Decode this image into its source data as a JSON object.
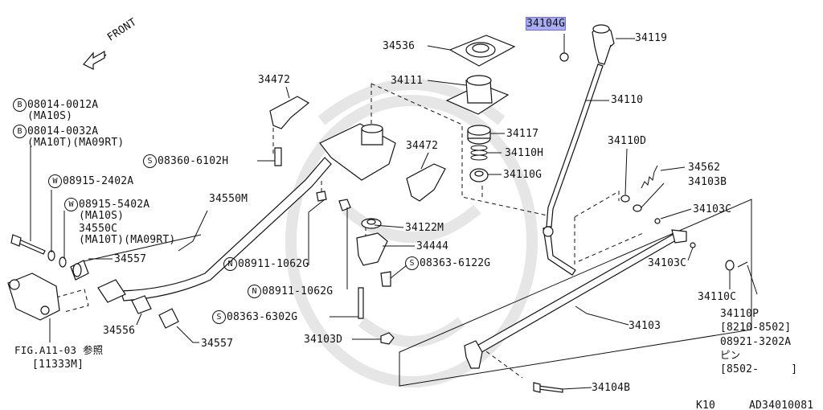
{
  "front_label": "FRONT",
  "watermark_color": "#e6e6e6",
  "highlight_color": "#a9acf2",
  "parts": {
    "p34104G": "34104G",
    "p34119": "34119",
    "p34536": "34536",
    "p34111": "34111",
    "p34110": "34110",
    "p34117": "34117",
    "p34110H": "34110H",
    "p34110G": "34110G",
    "p34110D": "34110D",
    "p34562": "34562",
    "p34103B": "34103B",
    "p34103C_a": "34103C",
    "p34103C_b": "34103C",
    "p34110C": "34110C",
    "p34110P": "34110P",
    "p34110P_range": "[8210-8502]",
    "p08921": "08921-3202A",
    "p08921_note": "ピン",
    "p08921_range": "[8502-     ]",
    "p34103": "34103",
    "p34104B": "34104B",
    "p34103D": "34103D",
    "p34472_a": "34472",
    "p34472_b": "34472",
    "p34122M": "34122M",
    "p34444": "34444",
    "p08363_6122G": "08363-6122G",
    "p08911_a": "08911-1062G",
    "p08911_b": "08911-1062G",
    "p08363_6302G": "08363-6302G",
    "p08360": "08360-6102H",
    "p34550M": "34550M",
    "p34550C": "34550C",
    "p34550C_note": "(MA10T)(MA09RT)",
    "p34557_a": "34557",
    "p34557_b": "34557",
    "p34556": "34556",
    "b08014_0012A": "08014-0012A",
    "b08014_0012A_note": "(MA10S)",
    "b08014_0032A": "08014-0032A",
    "b08014_0032A_note": "(MA10T)(MA09RT)",
    "w08915_2402A": "08915-2402A",
    "w08915_5402A": "08915-5402A",
    "w08915_5402A_note": "(MA10S)",
    "fig_ref": "FIG.A11-03 参照",
    "fig_ref_code": "[11333M]"
  },
  "symbols": {
    "bolt": "B",
    "washer": "W",
    "screw": "S",
    "nut": "N"
  },
  "footer": {
    "left": "K10",
    "right": "AD34010081"
  }
}
